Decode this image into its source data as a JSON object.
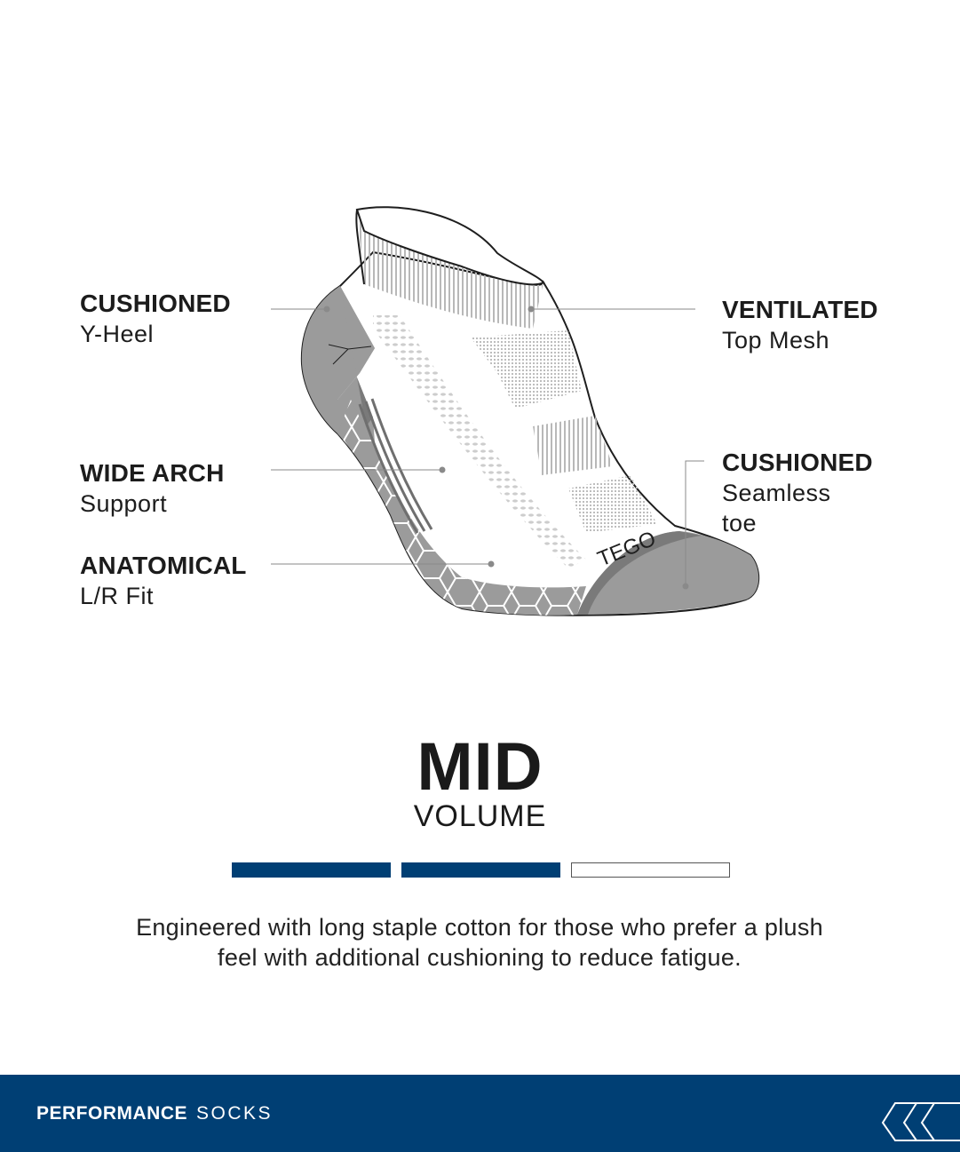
{
  "callouts": [
    {
      "id": "heel",
      "title": "CUSHIONED",
      "subtitle": "Y-Heel",
      "side": "left"
    },
    {
      "id": "arch",
      "title": "WIDE ARCH",
      "subtitle": "Support",
      "side": "left"
    },
    {
      "id": "fit",
      "title": "ANATOMICAL",
      "subtitle": "L/R Fit",
      "side": "left"
    },
    {
      "id": "mesh",
      "title": "VENTILATED",
      "subtitle": "Top Mesh",
      "side": "right"
    },
    {
      "id": "toe",
      "title": "CUSHIONED",
      "subtitle_line1": "Seamless",
      "subtitle_line2": "toe",
      "side": "right"
    }
  ],
  "sock": {
    "brand_text": "TEGO",
    "colors": {
      "outline": "#1e1e1e",
      "gray_panel": "#9b9b9b",
      "dark_gray": "#7a7a7a",
      "texture": "#c4c4c4",
      "leader": "#8a8a8a"
    }
  },
  "volume": {
    "level": "MID",
    "label": "VOLUME",
    "meter": {
      "filled": 2,
      "total": 3,
      "fill_color": "#003f74"
    }
  },
  "description": "Engineered with long staple cotton for those who prefer a plush feel with additional cushioning to reduce fatigue.",
  "footer": {
    "brand_strong": "PERFORMANCE",
    "brand_light": "SOCKS",
    "background": "#003f74",
    "icon": "triple-chevron-left-icon"
  }
}
